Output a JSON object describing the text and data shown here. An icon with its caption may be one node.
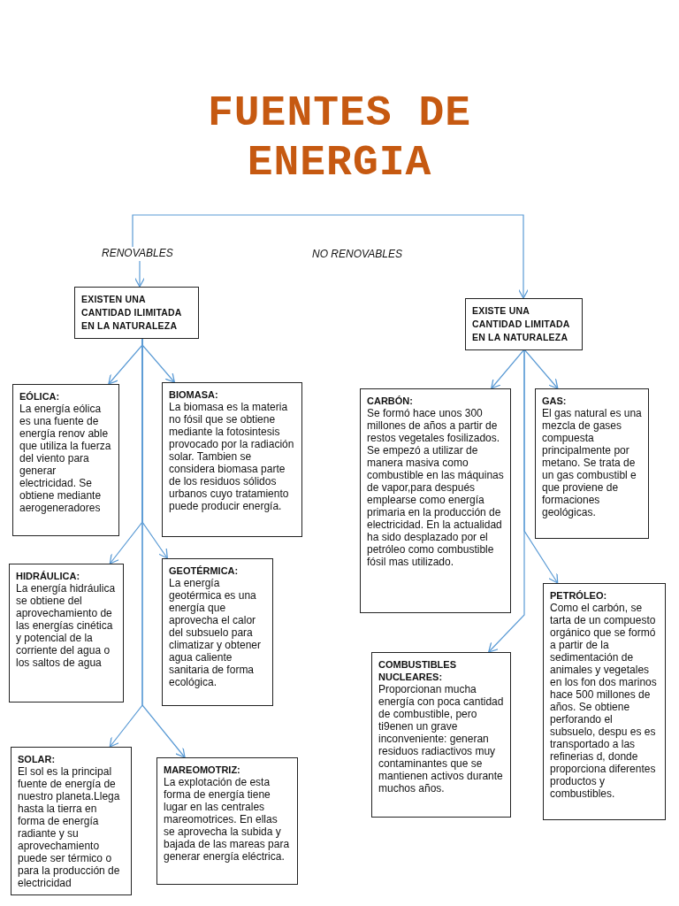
{
  "diagram": {
    "title": "FUENTES DE ENERGIA",
    "nodes": [
      {
        "text": [
          "RENOVABLES"
        ]
      },
      {
        "text": [
          "EXISTEN UNA CANTIDAD ILIMITADA EN LA NATURALEZA"
        ]
      },
      {
        "text": [
          "EXISTE UNA CANTIDAD LIMITADA EN LA NATURALEZA"
        ]
      },
      {
        "text": [
          "EÓLICA:",
          "La energía eólica es una fuente de energía renov able que utiliza la fuerza del viento para generar electricidad. Se obtiene mediante aerogeneradores"
        ]
      },
      {
        "text": [
          "BIOMASA:",
          "La biomasa es la materia no fósil que se obtiene mediante la fotosintesis provocado por la radiación solar. Tambien se considera biomasa parte de los residuos sólidos urbanos cuyo tratamiento puede producir energía."
        ]
      },
      {
        "text": [
          "HIDRÁULICA:",
          "La energía hidráulica se obtiene del aprovechamiento de las energías cinética y potencial de la corriente del agua o los saltos de agua"
        ]
      },
      {
        "text": [
          "GEOTÉRMICA:",
          "La energía geotérmica es una energía que aprovecha el calor del subsuelo para climatizar y obtener agua caliente sanitaria de forma ecológica."
        ]
      },
      {
        "text": [
          "SOLAR:",
          "El sol es la principal fuente de energía de nuestro planeta.Llega hasta la tierra en forma de energía radiante y su aprovechamiento puede ser térmico o para la producción de electricidad"
        ]
      },
      {
        "text": [
          "MAREOMOTRIZ:",
          "La explotación de esta forma de energía tiene lugar en las centrales mareomotrices. En ellas se aprovecha la subida y bajada de las mareas para generar energía eléctrica."
        ]
      },
      {
        "text": [
          "CARBÓN:",
          "Se formó hace unos 300 millones de años a partir de restos vegetales fosilizados. Se empezó a utilizar de manera masiva como combustible en las máquinas de vapor,para después emplearse como energía primaria en la producción de electricidad. En la actualidad ha sido desplazado por el petróleo como combustible fósil mas utilizado."
        ]
      },
      {
        "text": [
          "GAS:",
          "El gas natural es una mezcla de gases compuesta principalmente por metano. Se trata de un gas combustibl e que proviene de formaciones geológicas."
        ]
      },
      {
        "text": [
          "PETRÓLEO:",
          "Como el carbón, se tarta de un compuesto orgánico que se formó a partir de la sedimentación de animales y vegetales en los fon dos marinos hace 500 millones de años. Se obtiene perforando el subsuelo, despu es es transportado a las refinerias d, donde proporciona diferentes productos y combustibles."
        ]
      },
      {
        "text": [
          "COMBUSTIBLES NUCLEARES:",
          "Proporcionan mucha energía con poca cantidad de combustible, pero ti9enen un grave inconveniente: generan residuos radiactivos muy contaminantes que se mantienen activos durante muchos años."
        ]
      }
    ],
    "edges": [
      {
        "from": 0,
        "to": 2,
        "arrow": "to"
      },
      {
        "from": 0,
        "to": 1,
        "arrow": "to"
      },
      {
        "from": 1,
        "to": 3,
        "arrow": "to"
      },
      {
        "from": 1,
        "to": 4,
        "arrow": "to"
      },
      {
        "from": 1,
        "to": 5,
        "arrow": "to"
      },
      {
        "from": 1,
        "to": 6,
        "arrow": "to"
      },
      {
        "from": 1,
        "to": 7,
        "arrow": "to"
      },
      {
        "from": 1,
        "to": 8,
        "arrow": "to"
      },
      {
        "from": 2,
        "to": 9,
        "arrow": "to"
      },
      {
        "from": 2,
        "to": 10,
        "arrow": "to"
      },
      {
        "from": 2,
        "to": 11,
        "arrow": "to"
      },
      {
        "from": 2,
        "to": 12,
        "arrow": "to"
      }
    ],
    "labels": [
      "NO RENOVABLES"
    ]
  }
}
